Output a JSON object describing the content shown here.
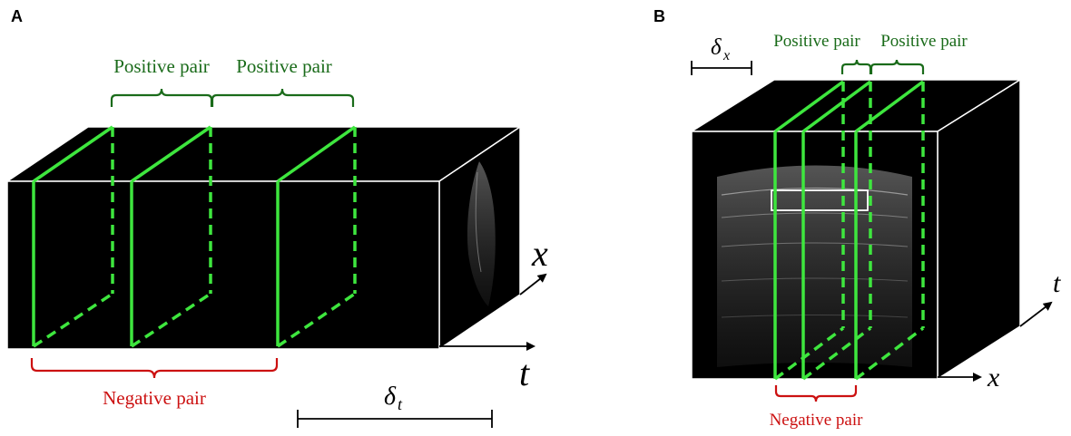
{
  "panel_a": {
    "label": "A",
    "positive_pair_1": "Positive pair",
    "positive_pair_2": "Positive pair",
    "negative_pair": "Negative pair",
    "axis_x": "x",
    "axis_t": "t",
    "delta": "δ",
    "delta_sub": "t"
  },
  "panel_b": {
    "label": "B",
    "positive_pair_1": "Positive pair",
    "positive_pair_2": "Positive pair",
    "negative_pair": "Negative pair",
    "axis_x": "x",
    "axis_t": "t",
    "delta": "δ",
    "delta_sub": "x"
  },
  "colors": {
    "slice_line": "#3ee63e",
    "positive": "#1a6b1a",
    "negative": "#cc1111",
    "volume": "#000000"
  }
}
